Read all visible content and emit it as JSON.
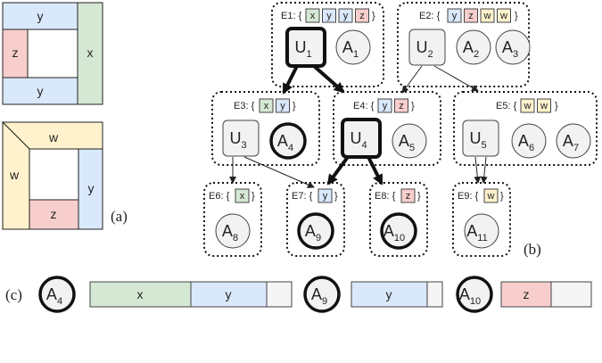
{
  "colors": {
    "x": "#d5e8d4",
    "y": "#dae8fc",
    "z": "#f8cecc",
    "w": "#fff2cc",
    "unit_fill": "#f2f2f2",
    "stroke": "#222222",
    "empty_cell": "#f5f5f5"
  },
  "panel_a": {
    "label": "(a)",
    "top_box": {
      "top": "y",
      "left": "z",
      "right": "x",
      "bottom": "y"
    },
    "bottom_box": {
      "top": "w",
      "left": "w",
      "right": "y",
      "bottom": "z"
    }
  },
  "panel_b": {
    "label": "(b)",
    "groups": {
      "e1": {
        "title": "E1: {",
        "tags": [
          "x",
          "y",
          "y",
          "z"
        ],
        "close": "}"
      },
      "e2": {
        "title": "E2: {",
        "tags": [
          "y",
          "z",
          "w",
          "w"
        ],
        "close": "}"
      },
      "e3": {
        "title": "E3: {",
        "tags": [
          "x",
          "y"
        ],
        "close": "}"
      },
      "e4": {
        "title": "E4: {",
        "tags": [
          "y",
          "z"
        ],
        "close": "}"
      },
      "e5": {
        "title": "E5: {",
        "tags": [
          "w",
          "w"
        ],
        "close": "}"
      },
      "e6": {
        "title": "E6: {",
        "tags": [
          "x"
        ],
        "close": "}"
      },
      "e7": {
        "title": "E7: {",
        "tags": [
          "y"
        ],
        "close": "}"
      },
      "e8": {
        "title": "E8: {",
        "tags": [
          "z"
        ],
        "close": "}"
      },
      "e9": {
        "title": "E9: {",
        "tags": [
          "w"
        ],
        "close": "}"
      }
    },
    "nodes": {
      "u1": {
        "letter": "U",
        "sub": "1"
      },
      "u2": {
        "letter": "U",
        "sub": "2"
      },
      "u3": {
        "letter": "U",
        "sub": "3"
      },
      "u4": {
        "letter": "U",
        "sub": "4"
      },
      "u5": {
        "letter": "U",
        "sub": "5"
      },
      "a1": {
        "letter": "A",
        "sub": "1"
      },
      "a2": {
        "letter": "A",
        "sub": "2"
      },
      "a3": {
        "letter": "A",
        "sub": "3"
      },
      "a4": {
        "letter": "A",
        "sub": "4"
      },
      "a5": {
        "letter": "A",
        "sub": "5"
      },
      "a6": {
        "letter": "A",
        "sub": "6"
      },
      "a7": {
        "letter": "A",
        "sub": "7"
      },
      "a8": {
        "letter": "A",
        "sub": "8"
      },
      "a9": {
        "letter": "A",
        "sub": "9"
      },
      "a10": {
        "letter": "A",
        "sub": "10"
      },
      "a11": {
        "letter": "A",
        "sub": "11"
      }
    }
  },
  "panel_c": {
    "label": "(c)",
    "items": [
      {
        "letter": "A",
        "sub": "4",
        "cells": [
          "x",
          "y",
          ""
        ]
      },
      {
        "letter": "A",
        "sub": "9",
        "cells": [
          "y",
          ""
        ]
      },
      {
        "letter": "A",
        "sub": "10",
        "cells": [
          "z",
          ""
        ]
      }
    ]
  }
}
